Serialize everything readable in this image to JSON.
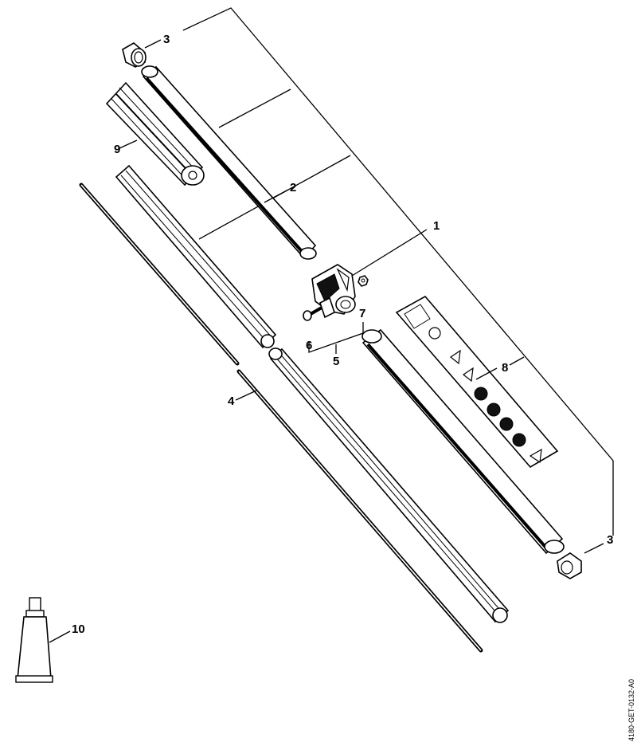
{
  "diagram": {
    "callouts": {
      "c1": "1",
      "c2": "2",
      "c3a": "3",
      "c3b": "3",
      "c4": "4",
      "c5": "5",
      "c6": "6",
      "c7": "7",
      "c8": "8",
      "c9": "9",
      "c10": "10"
    },
    "drawing_code": "4180-GET-0132-A0"
  }
}
